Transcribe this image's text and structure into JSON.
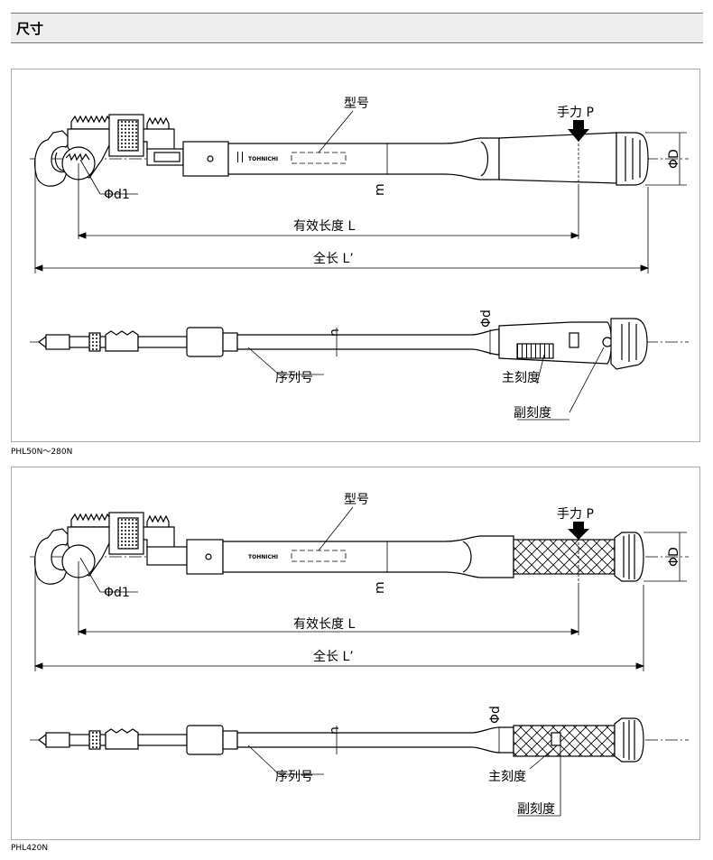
{
  "header": {
    "title": "尺寸"
  },
  "panels": [
    {
      "caption": "PHL50N～280N",
      "labels": {
        "model": "型号",
        "hand_force": "手力 P",
        "phi_D": "ΦD",
        "phi_d1": "Φd1",
        "m": "m",
        "effective_length": "有效长度 L",
        "total_length": "全长 L’",
        "phi_d": "Φd",
        "n": "n",
        "serial": "序列号",
        "main_scale": "主刻度",
        "sub_scale": "副刻度",
        "brand": "TOHNICHI"
      }
    },
    {
      "caption": "PHL420N",
      "labels": {
        "model": "型号",
        "hand_force": "手力 P",
        "phi_D": "ΦD",
        "phi_d1": "Φd1",
        "m": "m",
        "effective_length": "有效长度 L",
        "total_length": "全长 L’",
        "phi_d": "Φd",
        "n": "n",
        "serial": "序列号",
        "main_scale": "主刻度",
        "sub_scale": "副刻度",
        "brand": "TOHNICHI"
      }
    }
  ]
}
